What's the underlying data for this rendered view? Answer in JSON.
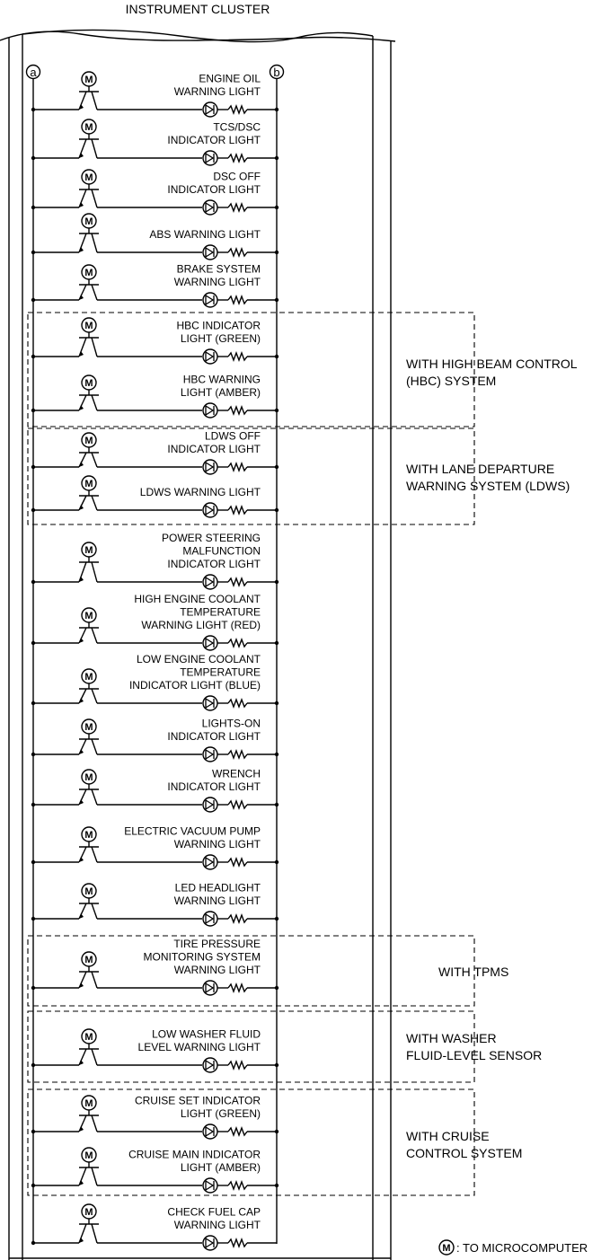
{
  "title": "INSTRUMENT CLUSTER",
  "terminals": {
    "left": "a",
    "right": "b"
  },
  "motor_symbol_letter": "M",
  "legend": {
    "symbol": "M",
    "text": ": TO MICROCOMPUTER"
  },
  "circuits": [
    {
      "id": "engine-oil",
      "label": [
        "ENGINE OIL",
        "WARNING LIGHT"
      ]
    },
    {
      "id": "tcs-dsc",
      "label": [
        "TCS/DSC",
        "INDICATOR LIGHT"
      ]
    },
    {
      "id": "dsc-off",
      "label": [
        "DSC OFF",
        "INDICATOR LIGHT"
      ]
    },
    {
      "id": "abs",
      "label": [
        "ABS WARNING LIGHT"
      ]
    },
    {
      "id": "brake-system",
      "label": [
        "BRAKE SYSTEM",
        "WARNING LIGHT"
      ]
    },
    {
      "id": "hbc-indicator",
      "label": [
        "HBC INDICATOR",
        "LIGHT (GREEN)"
      ]
    },
    {
      "id": "hbc-warning",
      "label": [
        "HBC WARNING",
        "LIGHT (AMBER)"
      ]
    },
    {
      "id": "ldws-off",
      "label": [
        "LDWS OFF",
        "INDICATOR LIGHT"
      ]
    },
    {
      "id": "ldws-warning",
      "label": [
        "LDWS WARNING LIGHT"
      ]
    },
    {
      "id": "power-steering",
      "label": [
        "POWER STEERING",
        "MALFUNCTION",
        "INDICATOR LIGHT"
      ]
    },
    {
      "id": "high-coolant",
      "label": [
        "HIGH ENGINE COOLANT",
        "TEMPERATURE",
        "WARNING LIGHT (RED)"
      ]
    },
    {
      "id": "low-coolant",
      "label": [
        "LOW ENGINE COOLANT",
        "TEMPERATURE",
        "INDICATOR LIGHT (BLUE)"
      ]
    },
    {
      "id": "lights-on",
      "label": [
        "LIGHTS-ON",
        "INDICATOR LIGHT"
      ]
    },
    {
      "id": "wrench",
      "label": [
        "WRENCH",
        "INDICATOR LIGHT"
      ]
    },
    {
      "id": "vacuum-pump",
      "label": [
        "ELECTRIC VACUUM PUMP",
        "WARNING LIGHT"
      ]
    },
    {
      "id": "led-headlight",
      "label": [
        "LED HEADLIGHT",
        "WARNING LIGHT"
      ]
    },
    {
      "id": "tire-pressure",
      "label": [
        "TIRE PRESSURE",
        "MONITORING SYSTEM",
        "WARNING LIGHT"
      ]
    },
    {
      "id": "low-washer",
      "label": [
        "LOW WASHER FLUID",
        "LEVEL WARNING LIGHT"
      ]
    },
    {
      "id": "cruise-set",
      "label": [
        "CRUISE SET INDICATOR",
        "LIGHT (GREEN)"
      ]
    },
    {
      "id": "cruise-main",
      "label": [
        "CRUISE MAIN INDICATOR",
        "LIGHT (AMBER)"
      ]
    },
    {
      "id": "check-fuel-cap",
      "label": [
        "CHECK FUEL CAP",
        "WARNING LIGHT"
      ]
    }
  ],
  "option_groups": [
    {
      "id": "hbc",
      "label": [
        "WITH HIGH BEAM CONTROL",
        "(HBC) SYSTEM"
      ],
      "circuits": [
        "hbc-indicator",
        "hbc-warning"
      ]
    },
    {
      "id": "ldws",
      "label": [
        "WITH LANE DEPARTURE",
        "WARNING SYSTEM (LDWS)"
      ],
      "circuits": [
        "ldws-off",
        "ldws-warning"
      ]
    },
    {
      "id": "tpms",
      "label": [
        "WITH TPMS"
      ],
      "circuits": [
        "tire-pressure"
      ]
    },
    {
      "id": "washer",
      "label": [
        "WITH WASHER",
        "FLUID-LEVEL SENSOR"
      ],
      "circuits": [
        "low-washer"
      ]
    },
    {
      "id": "cruise",
      "label": [
        "WITH CRUISE",
        "CONTROL SYSTEM"
      ],
      "circuits": [
        "cruise-set",
        "cruise-main"
      ]
    }
  ]
}
